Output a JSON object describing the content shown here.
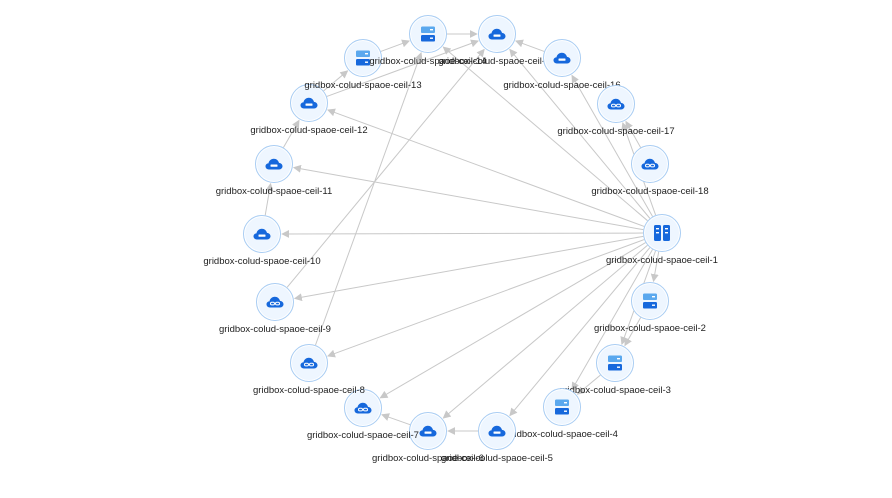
{
  "diagram": {
    "type": "circular-topology",
    "colors": {
      "edge": "#c8c8c8",
      "node_border": "#a9cdf3",
      "node_fill": "#eef6ff",
      "icon_primary": "#1668dc",
      "icon_light": "#5aa8ee",
      "label": "#1e1e1e"
    },
    "nodes": [
      {
        "id": "1",
        "label": "gridbox-colud-spaoe-ceil-1",
        "icon": "server-rack-icon"
      },
      {
        "id": "2",
        "label": "gridbox-colud-spaoe-ceil-2",
        "icon": "server-stack-icon"
      },
      {
        "id": "3",
        "label": "gridbox-colud-spaoe-ceil-3",
        "icon": "server-stack-icon"
      },
      {
        "id": "4",
        "label": "gridbox-colud-spaoe-ceil-4",
        "icon": "server-stack-icon"
      },
      {
        "id": "5",
        "label": "gridbox-colud-spaoe-ceil-5",
        "icon": "cloud-drive-icon"
      },
      {
        "id": "6",
        "label": "gridbox-colud-spaoe-ceil-6",
        "icon": "cloud-drive-icon"
      },
      {
        "id": "7",
        "label": "gridbox-colud-spaoe-ceil-7",
        "icon": "cloud-link-icon"
      },
      {
        "id": "8",
        "label": "gridbox-colud-spaoe-ceil-8",
        "icon": "cloud-link-icon"
      },
      {
        "id": "9",
        "label": "gridbox-colud-spaoe-ceil-9",
        "icon": "cloud-link-icon"
      },
      {
        "id": "10",
        "label": "gridbox-colud-spaoe-ceil-10",
        "icon": "cloud-drive-icon"
      },
      {
        "id": "11",
        "label": "gridbox-colud-spaoe-ceil-11",
        "icon": "cloud-drive-icon"
      },
      {
        "id": "12",
        "label": "gridbox-colud-spaoe-ceil-12",
        "icon": "cloud-drive-icon"
      },
      {
        "id": "13",
        "label": "gridbox-colud-spaoe-ceil-13",
        "icon": "server-stack-icon"
      },
      {
        "id": "14",
        "label": "gridbox-colud-spaoe-ceil-14",
        "icon": "server-stack-icon"
      },
      {
        "id": "15",
        "label": "gridbox-colud-spaoe-ceil-15",
        "icon": "cloud-drive-icon"
      },
      {
        "id": "16",
        "label": "gridbox-colud-spaoe-ceil-16",
        "icon": "cloud-drive-icon"
      },
      {
        "id": "17",
        "label": "gridbox-colud-spaoe-ceil-17",
        "icon": "cloud-link-icon"
      },
      {
        "id": "18",
        "label": "gridbox-colud-spaoe-ceil-18",
        "icon": "cloud-link-icon"
      }
    ],
    "edges": [
      {
        "from": "1",
        "to": "15"
      },
      {
        "from": "1",
        "to": "14"
      },
      {
        "from": "1",
        "to": "12"
      },
      {
        "from": "1",
        "to": "11"
      },
      {
        "from": "1",
        "to": "10"
      },
      {
        "from": "1",
        "to": "9"
      },
      {
        "from": "1",
        "to": "8"
      },
      {
        "from": "1",
        "to": "7"
      },
      {
        "from": "1",
        "to": "6"
      },
      {
        "from": "1",
        "to": "5"
      },
      {
        "from": "1",
        "to": "4"
      },
      {
        "from": "1",
        "to": "3"
      },
      {
        "from": "1",
        "to": "17"
      },
      {
        "from": "1",
        "to": "16"
      },
      {
        "from": "1",
        "to": "2"
      },
      {
        "from": "18",
        "to": "17"
      },
      {
        "from": "2",
        "to": "3"
      },
      {
        "from": "3",
        "to": "4"
      },
      {
        "from": "5",
        "to": "6"
      },
      {
        "from": "6",
        "to": "7"
      },
      {
        "from": "8",
        "to": "14"
      },
      {
        "from": "9",
        "to": "15"
      },
      {
        "from": "12",
        "to": "15"
      },
      {
        "from": "11",
        "to": "12"
      },
      {
        "from": "13",
        "to": "14"
      },
      {
        "from": "12",
        "to": "13"
      },
      {
        "from": "14",
        "to": "15"
      },
      {
        "from": "16",
        "to": "15"
      },
      {
        "from": "10",
        "to": "11"
      }
    ]
  }
}
